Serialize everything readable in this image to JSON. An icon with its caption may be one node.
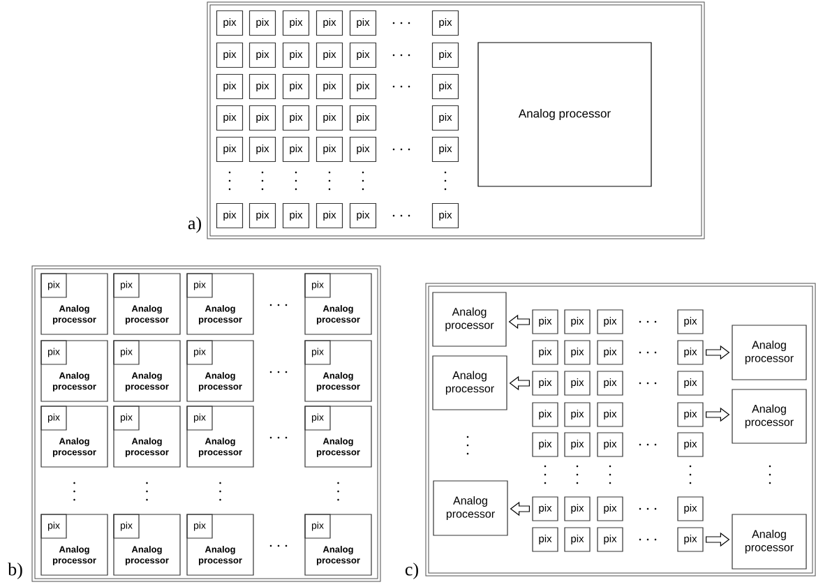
{
  "diagram": {
    "nodes": [
      {
        "text": [],
        "shape": "box"
      },
      {
        "text": [
          "pix"
        ],
        "in": 0
      },
      {
        "text": [
          "pix"
        ],
        "in": 0
      },
      {
        "text": [
          "pix"
        ],
        "in": 0
      },
      {
        "text": [
          "pix"
        ],
        "in": 0
      },
      {
        "text": [
          "pix"
        ],
        "in": 0
      },
      {
        "text": [
          "pix"
        ],
        "in": 0
      },
      {
        "text": [
          "pix"
        ],
        "in": 0
      },
      {
        "text": [
          "pix"
        ],
        "in": 0
      },
      {
        "text": [
          "pix"
        ],
        "in": 0
      },
      {
        "text": [
          "pix"
        ],
        "in": 0
      },
      {
        "text": [
          "pix"
        ],
        "in": 0
      },
      {
        "text": [
          "pix"
        ],
        "in": 0
      },
      {
        "text": [
          "pix"
        ],
        "in": 0
      },
      {
        "text": [
          "pix"
        ],
        "in": 0
      },
      {
        "text": [
          "pix"
        ],
        "in": 0
      },
      {
        "text": [
          "pix"
        ],
        "in": 0
      },
      {
        "text": [
          "pix"
        ],
        "in": 0
      },
      {
        "text": [
          "pix"
        ],
        "in": 0
      },
      {
        "text": [
          "pix"
        ],
        "in": 0
      },
      {
        "text": [
          "pix"
        ],
        "in": 0
      },
      {
        "text": [
          "pix"
        ],
        "in": 0
      },
      {
        "text": [
          "pix"
        ],
        "in": 0
      },
      {
        "text": [
          "pix"
        ],
        "in": 0
      },
      {
        "text": [
          "pix"
        ],
        "in": 0
      },
      {
        "text": [
          "pix"
        ],
        "in": 0
      },
      {
        "text": [
          "pix"
        ],
        "in": 0
      },
      {
        "text": [
          "pix"
        ],
        "in": 0
      },
      {
        "text": [
          "pix"
        ],
        "in": 0
      },
      {
        "text": [
          "pix"
        ],
        "in": 0
      },
      {
        "text": [
          "pix"
        ],
        "in": 0
      },
      {
        "text": [
          "pix"
        ],
        "in": 0
      },
      {
        "text": [
          "pix"
        ],
        "in": 0
      },
      {
        "text": [
          "pix"
        ],
        "in": 0
      },
      {
        "text": [
          "pix"
        ],
        "in": 0
      },
      {
        "text": [
          "pix"
        ],
        "in": 0
      },
      {
        "text": [
          "pix"
        ],
        "in": 0
      },
      {
        "text": [
          "Analog processor"
        ],
        "in": 0
      },
      {
        "text": [],
        "shape": "box"
      },
      {
        "text": [
          "Analog processor"
        ],
        "in": 38
      },
      {
        "text": [
          "pix"
        ],
        "in": 39
      },
      {
        "text": [
          "Analog processor"
        ],
        "in": 38
      },
      {
        "text": [
          "pix"
        ],
        "in": 41
      },
      {
        "text": [
          "Analog processor"
        ],
        "in": 38
      },
      {
        "text": [
          "pix"
        ],
        "in": 43
      },
      {
        "text": [
          "Analog processor"
        ],
        "in": 38
      },
      {
        "text": [
          "pix"
        ],
        "in": 45
      },
      {
        "text": [
          "Analog processor"
        ],
        "in": 38
      },
      {
        "text": [
          "pix"
        ],
        "in": 47
      },
      {
        "text": [
          "Analog processor"
        ],
        "in": 38
      },
      {
        "text": [
          "pix"
        ],
        "in": 49
      },
      {
        "text": [
          "Analog processor"
        ],
        "in": 38
      },
      {
        "text": [
          "pix"
        ],
        "in": 51
      },
      {
        "text": [
          "Analog processor"
        ],
        "in": 38
      },
      {
        "text": [
          "pix"
        ],
        "in": 53
      },
      {
        "text": [
          "Analog processor"
        ],
        "in": 38
      },
      {
        "text": [
          "pix"
        ],
        "in": 55
      },
      {
        "text": [
          "Analog processor"
        ],
        "in": 38
      },
      {
        "text": [
          "pix"
        ],
        "in": 57
      },
      {
        "text": [
          "Analog processor"
        ],
        "in": 38
      },
      {
        "text": [
          "pix"
        ],
        "in": 59
      },
      {
        "text": [
          "Analog processor"
        ],
        "in": 38
      },
      {
        "text": [
          "pix"
        ],
        "in": 61
      },
      {
        "text": [
          "Analog processor"
        ],
        "in": 38
      },
      {
        "text": [
          "pix"
        ],
        "in": 63
      },
      {
        "text": [
          "Analog processor"
        ],
        "in": 38
      },
      {
        "text": [
          "pix"
        ],
        "in": 65
      },
      {
        "text": [
          "Analog processor"
        ],
        "in": 38
      },
      {
        "text": [
          "pix"
        ],
        "in": 67
      },
      {
        "text": [
          "Analog processor"
        ],
        "in": 38
      },
      {
        "text": [
          "pix"
        ],
        "in": 69
      },
      {
        "text": [],
        "shape": "box"
      },
      {
        "text": [
          "Analog processor"
        ],
        "in": 71
      },
      {
        "text": [
          "Analog processor"
        ],
        "in": 71
      },
      {
        "text": [
          "Analog processor"
        ],
        "in": 71
      },
      {
        "text": [
          "pix"
        ],
        "in": 71
      },
      {
        "text": [
          "pix"
        ],
        "in": 71
      },
      {
        "text": [
          "pix"
        ],
        "in": 71
      },
      {
        "text": [
          "pix"
        ],
        "in": 71
      },
      {
        "text": [
          "pix"
        ],
        "in": 71
      },
      {
        "text": [
          "pix"
        ],
        "in": 71
      },
      {
        "text": [
          "pix"
        ],
        "in": 71
      },
      {
        "text": [
          "pix"
        ],
        "in": 71
      },
      {
        "text": [
          "pix"
        ],
        "in": 71
      },
      {
        "text": [
          "pix"
        ],
        "in": 71
      },
      {
        "text": [
          "pix"
        ],
        "in": 71
      },
      {
        "text": [
          "pix"
        ],
        "in": 71
      },
      {
        "text": [
          "pix"
        ],
        "in": 71
      },
      {
        "text": [
          "pix"
        ],
        "in": 71
      },
      {
        "text": [
          "pix"
        ],
        "in": 71
      },
      {
        "text": [
          "pix"
        ],
        "in": 71
      },
      {
        "text": [
          "pix"
        ],
        "in": 71
      },
      {
        "text": [
          "pix"
        ],
        "in": 71
      },
      {
        "text": [
          "pix"
        ],
        "in": 71
      },
      {
        "text": [
          "pix"
        ],
        "in": 71
      },
      {
        "text": [
          "pix"
        ],
        "in": 71
      },
      {
        "text": [
          "pix"
        ],
        "in": 71
      },
      {
        "text": [
          "pix"
        ],
        "in": 71
      },
      {
        "text": [
          "pix"
        ],
        "in": 71
      },
      {
        "text": [
          "pix"
        ],
        "in": 71
      },
      {
        "text": [
          "pix"
        ],
        "in": 71
      },
      {
        "text": [
          "pix"
        ],
        "in": 71
      },
      {
        "text": [
          "pix"
        ],
        "in": 71
      },
      {
        "text": [
          "Analog processor"
        ],
        "in": 71
      },
      {
        "text": [
          "Analog processor"
        ],
        "in": 71
      },
      {
        "text": [
          "Analog processor"
        ],
        "in": 71
      }
    ],
    "edges": [
      {
        "from": 75,
        "to": 72,
        "arrow": "to"
      },
      {
        "from": 82,
        "to": 103,
        "arrow": "to"
      },
      {
        "from": 83,
        "to": 73,
        "arrow": "to"
      },
      {
        "from": 90,
        "to": 104,
        "arrow": "to"
      },
      {
        "from": 95,
        "to": 74,
        "arrow": "to"
      },
      {
        "from": 102,
        "to": 105,
        "arrow": "to"
      }
    ],
    "labels": [
      "a)",
      "b)",
      "c)"
    ]
  }
}
